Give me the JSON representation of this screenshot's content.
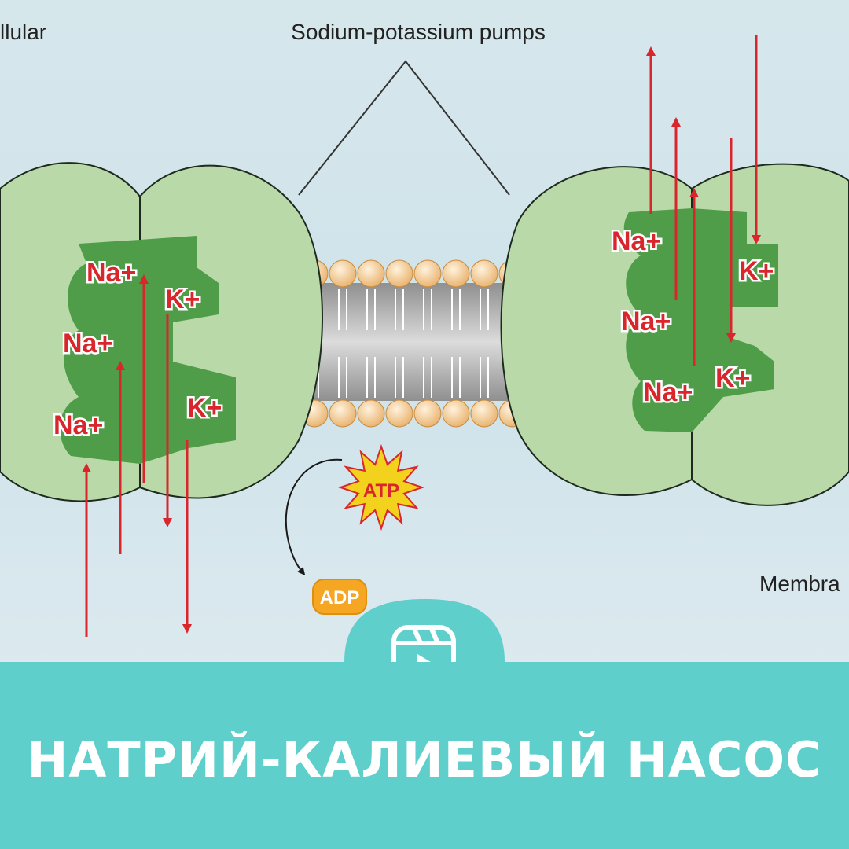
{
  "diagram": {
    "top_left_label": "llular",
    "top_center_label": "Sodium-potassium pumps",
    "right_label": "Membra",
    "atp_label": "ATP",
    "adp_label": "ADP",
    "left_pump": {
      "na_labels": [
        "Na+",
        "Na+",
        "Na+"
      ],
      "k_labels": [
        "K+",
        "K+"
      ]
    },
    "right_pump": {
      "na_labels": [
        "Na+",
        "Na+",
        "Na+"
      ],
      "k_labels": [
        "K+",
        "K+"
      ]
    }
  },
  "caption": "НАТРИЙ-КАЛИЕВЫЙ НАСОС",
  "icons": {
    "reels": "reels-play-icon"
  },
  "colors": {
    "background": "#dce9ee",
    "protein": "#b7d8a8",
    "protein_channel": "#4a9a46",
    "arrows": "#d8262c",
    "caption_bar": "#5fcfcc",
    "phospholipid_head": "#f3c98a"
  }
}
